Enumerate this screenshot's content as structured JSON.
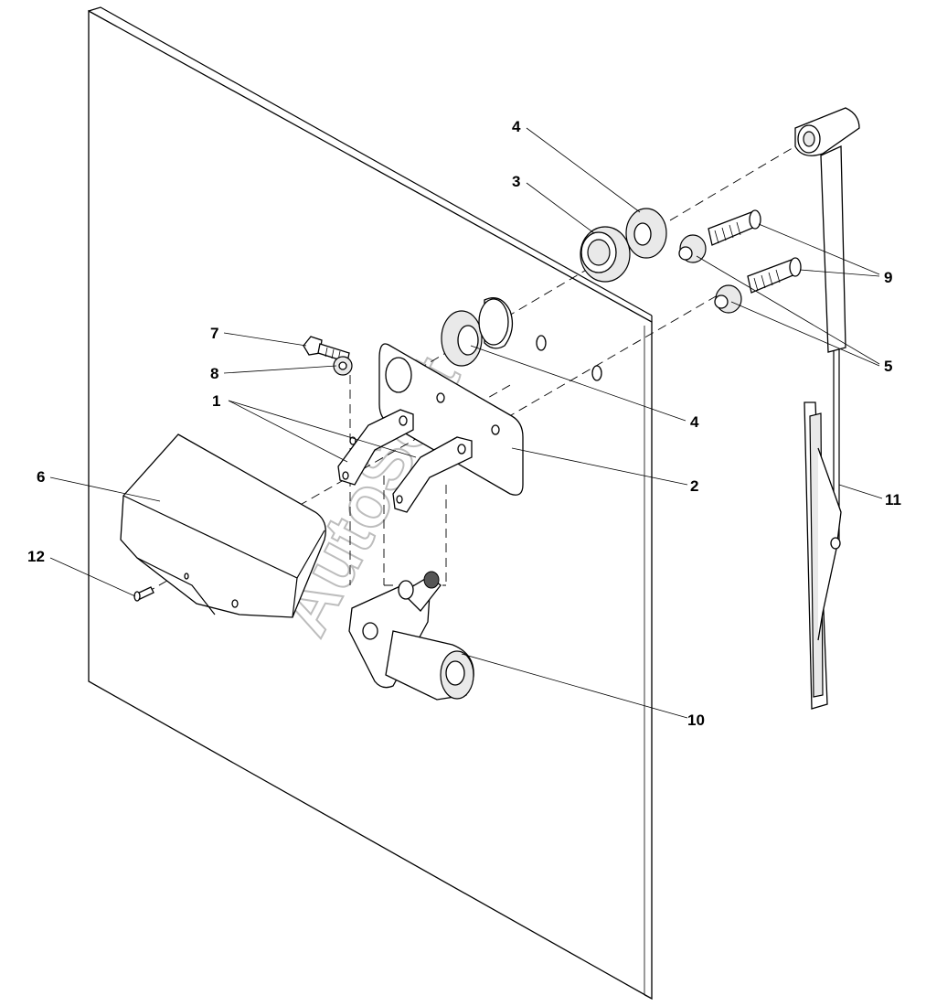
{
  "diagram": {
    "watermark": "AutoSoft",
    "callouts": [
      {
        "id": "c4a",
        "label": "4"
      },
      {
        "id": "c3",
        "label": "3"
      },
      {
        "id": "c9",
        "label": "9"
      },
      {
        "id": "c5",
        "label": "5"
      },
      {
        "id": "c7",
        "label": "7"
      },
      {
        "id": "c8",
        "label": "8"
      },
      {
        "id": "c1",
        "label": "1"
      },
      {
        "id": "c4b",
        "label": "4"
      },
      {
        "id": "c6",
        "label": "6"
      },
      {
        "id": "c2",
        "label": "2"
      },
      {
        "id": "c11",
        "label": "11"
      },
      {
        "id": "c12",
        "label": "12"
      },
      {
        "id": "c10",
        "label": "10"
      }
    ]
  }
}
